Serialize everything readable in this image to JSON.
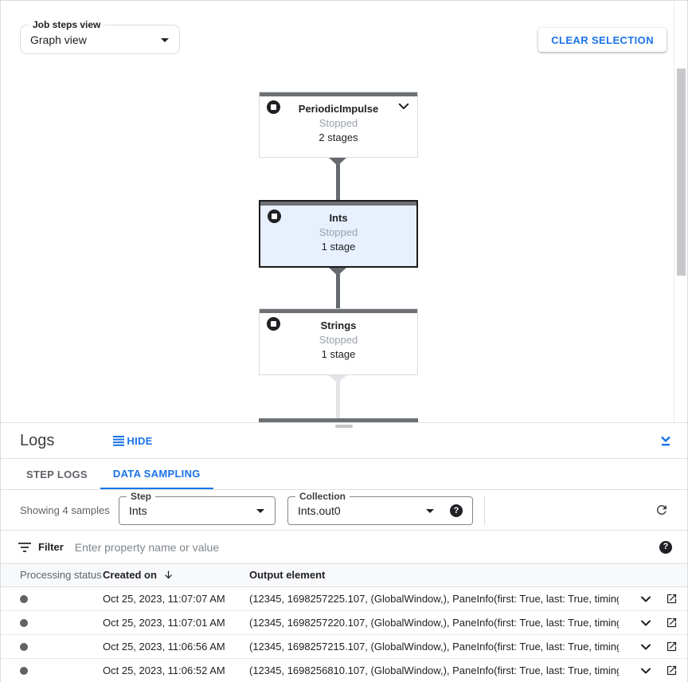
{
  "toolbar": {
    "job_steps_view": {
      "label": "Job steps view",
      "value": "Graph view"
    },
    "clear_selection_label": "CLEAR SELECTION"
  },
  "colors": {
    "accent_blue": "#1a73e8",
    "selected_node_bg": "#e8f0fe",
    "node_bar_gray": "#6e7174"
  },
  "graph": {
    "nodes": [
      {
        "name": "PeriodicImpulse",
        "status": "Stopped",
        "stages": "2 stages",
        "selected": false
      },
      {
        "name": "Ints",
        "status": "Stopped",
        "stages": "1 stage",
        "selected": true
      },
      {
        "name": "Strings",
        "status": "Stopped",
        "stages": "1 stage",
        "selected": false
      }
    ]
  },
  "logs_panel": {
    "title": "Logs",
    "hide_label": "HIDE",
    "tabs": [
      {
        "label": "STEP LOGS",
        "active": false
      },
      {
        "label": "DATA SAMPLING",
        "active": true
      }
    ],
    "sampling_controls": {
      "showing_text": "Showing 4 samples",
      "step": {
        "label": "Step",
        "value": "Ints"
      },
      "collection": {
        "label": "Collection",
        "value": "Ints.out0"
      }
    },
    "filter": {
      "label": "Filter",
      "placeholder": "Enter property name or value"
    },
    "table": {
      "columns": {
        "processing_status": "Processing status",
        "created_on": "Created on",
        "output_element": "Output element"
      },
      "rows": [
        {
          "created_on": "Oct 25, 2023, 11:07:07 AM",
          "output_element": "(12345, 1698257225.107, (GlobalWindow,), PaneInfo(first: True, last: True, timing…"
        },
        {
          "created_on": "Oct 25, 2023, 11:07:01 AM",
          "output_element": "(12345, 1698257220.107, (GlobalWindow,), PaneInfo(first: True, last: True, timing…"
        },
        {
          "created_on": "Oct 25, 2023, 11:06:56 AM",
          "output_element": "(12345, 1698257215.107, (GlobalWindow,), PaneInfo(first: True, last: True, timing…"
        },
        {
          "created_on": "Oct 25, 2023, 11:06:52 AM",
          "output_element": "(12345, 1698256810.107, (GlobalWindow,), PaneInfo(first: True, last: True, timing…"
        }
      ]
    }
  }
}
